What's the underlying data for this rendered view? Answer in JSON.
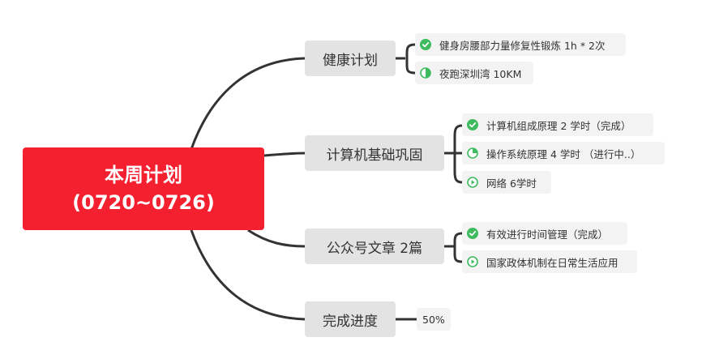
{
  "root": {
    "line1": "本周计划",
    "line2": "(0720~0726)"
  },
  "colors": {
    "root_bg": "#f5202f",
    "line": "#333333",
    "done_green": "#3dbb5e",
    "half_green": "#3dbb5e",
    "play_green": "#3dbb5e"
  },
  "branches": [
    {
      "label": "健康计划",
      "items": [
        {
          "icon": "check-circle-icon",
          "text": "健身房腰部力量修复性锻炼 1h * 2次"
        },
        {
          "icon": "half-circle-icon",
          "text": "夜跑深圳湾 10KM"
        }
      ]
    },
    {
      "label": "计算机基础巩固",
      "items": [
        {
          "icon": "check-circle-icon",
          "text": "计算机组成原理  2 学时（完成）"
        },
        {
          "icon": "quarter-pie-icon",
          "text": "操作系统原理  4 学时 （进行中..）"
        },
        {
          "icon": "play-circle-icon",
          "text": "网络  6学时"
        }
      ]
    },
    {
      "label": "公众号文章 2篇",
      "items": [
        {
          "icon": "check-circle-icon",
          "text": "有效进行时间管理（完成）"
        },
        {
          "icon": "play-circle-icon",
          "text": "国家政体机制在日常生活应用"
        }
      ]
    },
    {
      "label": "完成进度",
      "items": [
        {
          "text": "50%"
        }
      ]
    }
  ]
}
